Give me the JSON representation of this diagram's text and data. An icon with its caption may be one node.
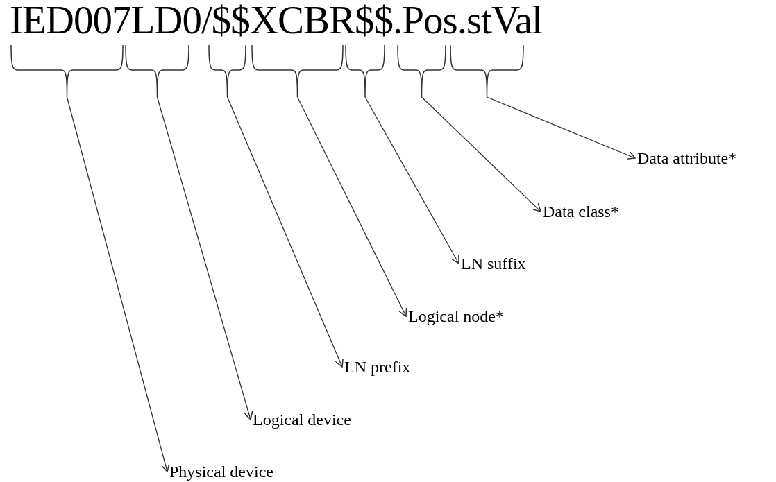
{
  "diagram": {
    "nodes": [
      {
        "text": [],
        "shape": "brace"
      },
      {
        "text": [],
        "shape": "brace"
      },
      {
        "text": [],
        "shape": "brace"
      },
      {
        "text": [],
        "shape": "brace"
      },
      {
        "text": [],
        "shape": "brace"
      },
      {
        "text": [],
        "shape": "brace"
      },
      {
        "text": [],
        "shape": "brace"
      },
      {
        "text": [
          "Data attribute*"
        ]
      },
      {
        "text": [
          "Data class*"
        ]
      },
      {
        "text": [
          "LN suffix"
        ]
      },
      {
        "text": [
          "Logical node*"
        ]
      },
      {
        "text": [
          "LN prefix"
        ]
      },
      {
        "text": [
          "Logical device"
        ]
      },
      {
        "text": [
          "Physical device"
        ]
      }
    ],
    "edges": [
      {
        "from": 0,
        "to": 13,
        "arrow": "to"
      },
      {
        "from": 1,
        "to": 12,
        "arrow": "to"
      },
      {
        "from": 2,
        "to": 11,
        "arrow": "to"
      },
      {
        "from": 3,
        "to": 10,
        "arrow": "to"
      },
      {
        "from": 4,
        "to": 9,
        "arrow": "to"
      },
      {
        "from": 5,
        "to": 8,
        "arrow": "to"
      },
      {
        "from": 6,
        "to": 7,
        "arrow": "to"
      }
    ],
    "labels": [
      "IED007LD0/$$XCBR$$.Pos.stVal"
    ]
  }
}
